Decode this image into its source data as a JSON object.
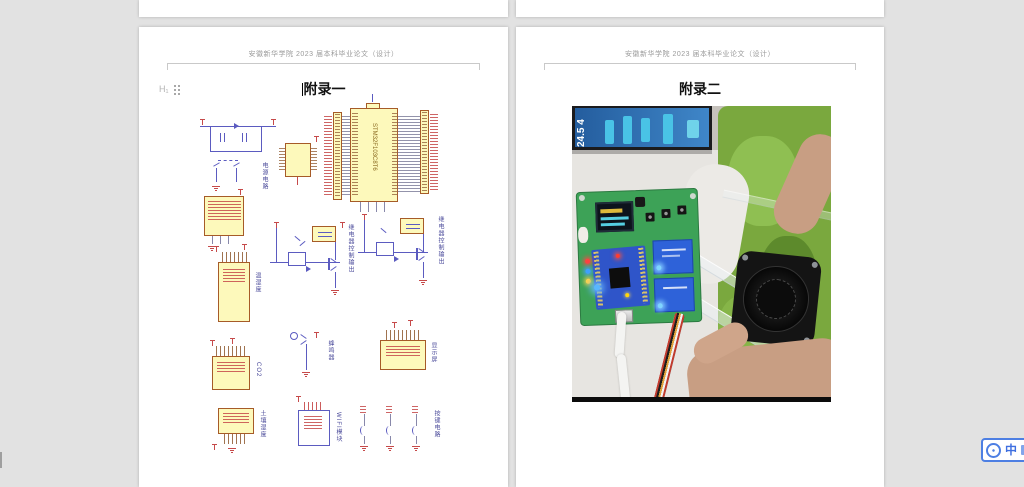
{
  "document": {
    "header_text": "安徽新华学院 2023 届本科毕业论文（设计）",
    "page_left": {
      "title": "附录一",
      "heading_badge": "H₁",
      "schematic": {
        "mcu_text": "STM32F103C8T6",
        "labels": {
          "power": "电源电路",
          "relay_out_1": "继电器控制输出",
          "relay_out_2": "继电器控制输出",
          "buzzer": "蜂鸣器",
          "display": "显示屏",
          "co2": "CO2",
          "soil": "土壤湿度",
          "wifi": "WIFI模块",
          "keys": "按键电路",
          "humidity": "温湿度"
        }
      }
    },
    "page_right": {
      "title": "附录二",
      "photo": {
        "phone_reading": "24.5 4"
      }
    }
  },
  "ime": {
    "mode": "中"
  },
  "colors": {
    "canvas_bg": "#e2e2e2",
    "schematic_chip_fill": "#fdf9bb",
    "schematic_chip_border": "#a65b28",
    "schematic_wire": "#5b5bc0",
    "schematic_pin_red": "#c64a4a",
    "pcb_green": "#3da257",
    "relay_blue": "#2e62d9",
    "phone_screen_blue": "#3f86c8",
    "phone_bar_cyan": "#49c3e6",
    "ime_blue": "#4d7fe3"
  }
}
